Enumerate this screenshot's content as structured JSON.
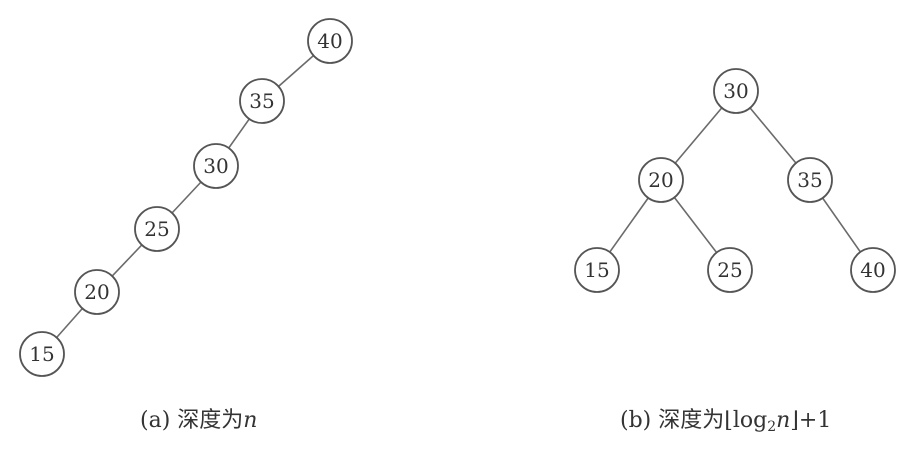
{
  "tree_a": {
    "nodes": [
      {
        "id": "a40",
        "label": "40"
      },
      {
        "id": "a35",
        "label": "35"
      },
      {
        "id": "a30",
        "label": "30"
      },
      {
        "id": "a25",
        "label": "25"
      },
      {
        "id": "a20",
        "label": "20"
      },
      {
        "id": "a15",
        "label": "15"
      }
    ],
    "edges": [
      [
        "a40",
        "a35"
      ],
      [
        "a35",
        "a30"
      ],
      [
        "a30",
        "a25"
      ],
      [
        "a25",
        "a20"
      ],
      [
        "a20",
        "a15"
      ]
    ],
    "caption": {
      "prefix": "(a) 深度为",
      "var": "n"
    }
  },
  "tree_b": {
    "nodes": [
      {
        "id": "b30",
        "label": "30"
      },
      {
        "id": "b20",
        "label": "20"
      },
      {
        "id": "b35",
        "label": "35"
      },
      {
        "id": "b15",
        "label": "15"
      },
      {
        "id": "b25",
        "label": "25"
      },
      {
        "id": "b40",
        "label": "40"
      }
    ],
    "edges": [
      [
        "b30",
        "b20"
      ],
      [
        "b30",
        "b35"
      ],
      [
        "b20",
        "b15"
      ],
      [
        "b20",
        "b25"
      ],
      [
        "b35",
        "b40"
      ]
    ],
    "caption": {
      "prefix": "(b) 深度为",
      "floor_open": "⌊",
      "log": "log",
      "base": "2",
      "var": "n",
      "floor_close": "⌋",
      "suffix": "+1"
    }
  }
}
